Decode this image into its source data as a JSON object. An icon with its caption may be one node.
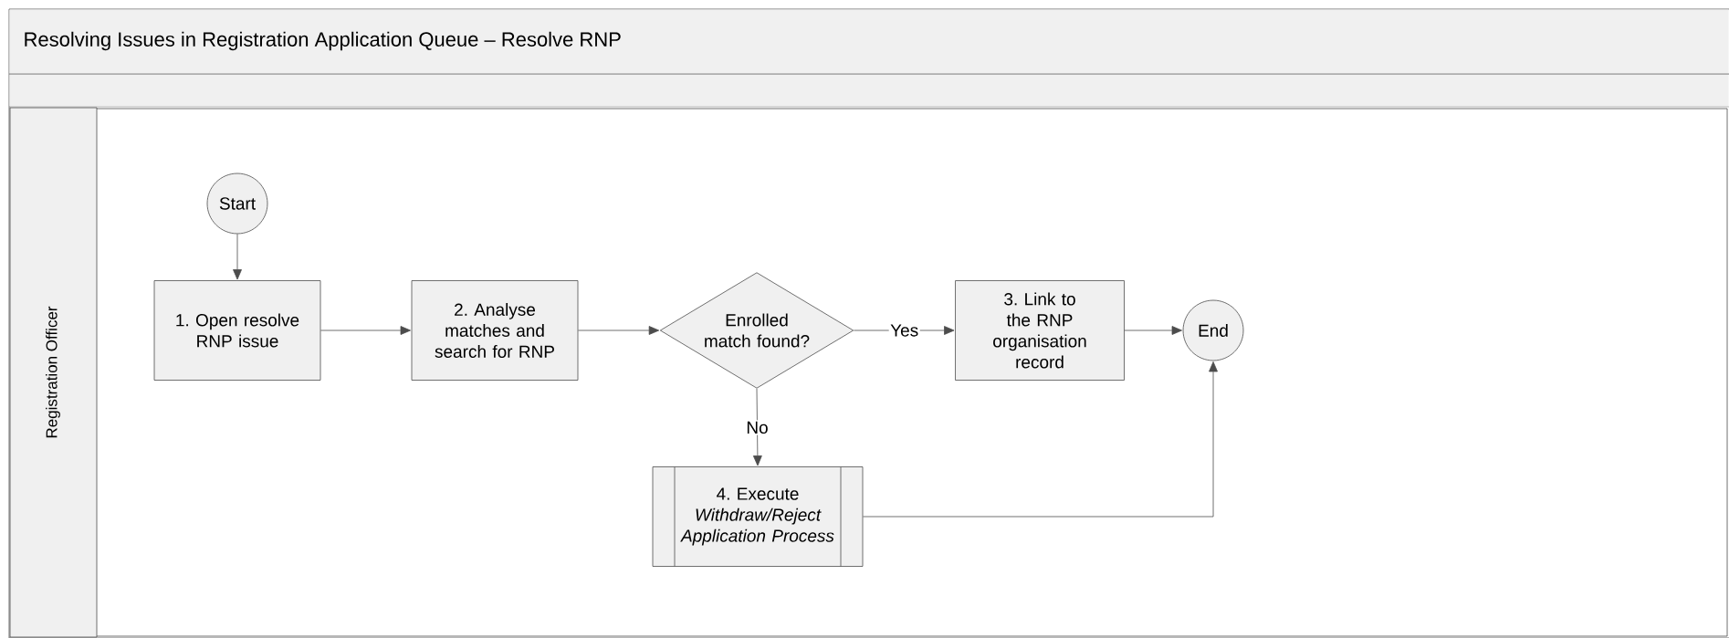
{
  "diagram": {
    "nodes": [
      {
        "text": [
          "Resolving Issues in Registration Application Queue – Resolve RNP"
        ]
      },
      {
        "text": [
          "Registration Officer"
        ],
        "in": 0
      },
      {
        "text": [
          "Start"
        ],
        "in": 1
      },
      {
        "text": [
          "1. Open resolve RNP issue"
        ],
        "in": 1
      },
      {
        "text": [
          "2. Analyse matches and search for RNP"
        ],
        "in": 1
      },
      {
        "text": [
          "Enrolled match found?"
        ],
        "in": 1
      },
      {
        "text": [
          "3. Link to the RNP organisation record"
        ],
        "in": 1
      },
      {
        "text": [
          "End"
        ],
        "in": 1
      },
      {
        "text": [
          "4. Execute *Withdraw/Reject Application Process*"
        ],
        "in": 1
      }
    ],
    "edges": [
      {
        "from": 2,
        "to": 3,
        "arrow": "to"
      },
      {
        "from": 3,
        "to": 4,
        "arrow": "to"
      },
      {
        "from": 4,
        "to": 5,
        "arrow": "to"
      },
      {
        "from": 5,
        "to": 6,
        "arrow": "to",
        "label": "Yes"
      },
      {
        "from": 5,
        "to": 8,
        "arrow": "to",
        "label": "No"
      },
      {
        "from": 6,
        "to": 7,
        "arrow": "to"
      },
      {
        "from": 8,
        "to": 7,
        "arrow": "to"
      }
    ]
  }
}
